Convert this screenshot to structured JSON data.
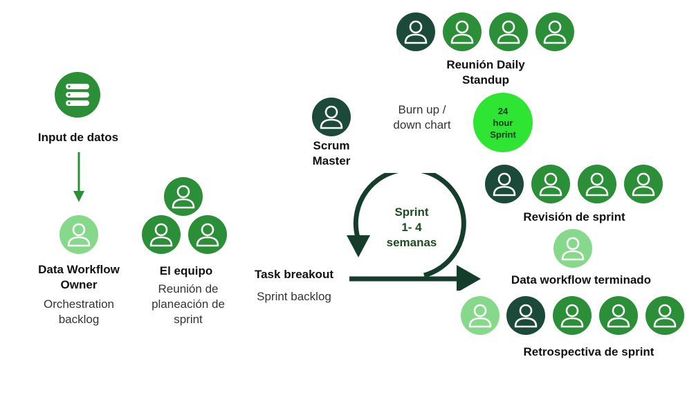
{
  "colors": {
    "dark_green": "#1c4a3a",
    "mid_green": "#2a8f36",
    "light_green": "#86d98a",
    "bright_green": "#2ee534",
    "arrow_green": "#2a8f36",
    "cycle_dark": "#153d2c"
  },
  "input": {
    "label": "Input de datos",
    "icon": "database-icon"
  },
  "owner": {
    "title": "Data Workflow Owner",
    "subtitle": "Orchestration backlog"
  },
  "team": {
    "title": "El equipo",
    "subtitle": "Reunión de planeación de sprint"
  },
  "scrum_master": {
    "title": "Scrum Master"
  },
  "burn_chart": {
    "label": "Burn up / down chart"
  },
  "daily_standup": {
    "title": "Reunión Daily Standup"
  },
  "sprint_badge": {
    "line1": "24",
    "line2": "hour",
    "line3": "Sprint"
  },
  "sprint_cycle": {
    "line1": "Sprint",
    "line2": "1- 4",
    "line3": "semanas"
  },
  "task": {
    "title": "Task breakout",
    "subtitle": "Sprint backlog"
  },
  "review": {
    "title": "Revisión de sprint"
  },
  "finished": {
    "title": "Data workflow terminado"
  },
  "retro": {
    "title": "Retrospectiva de sprint"
  }
}
